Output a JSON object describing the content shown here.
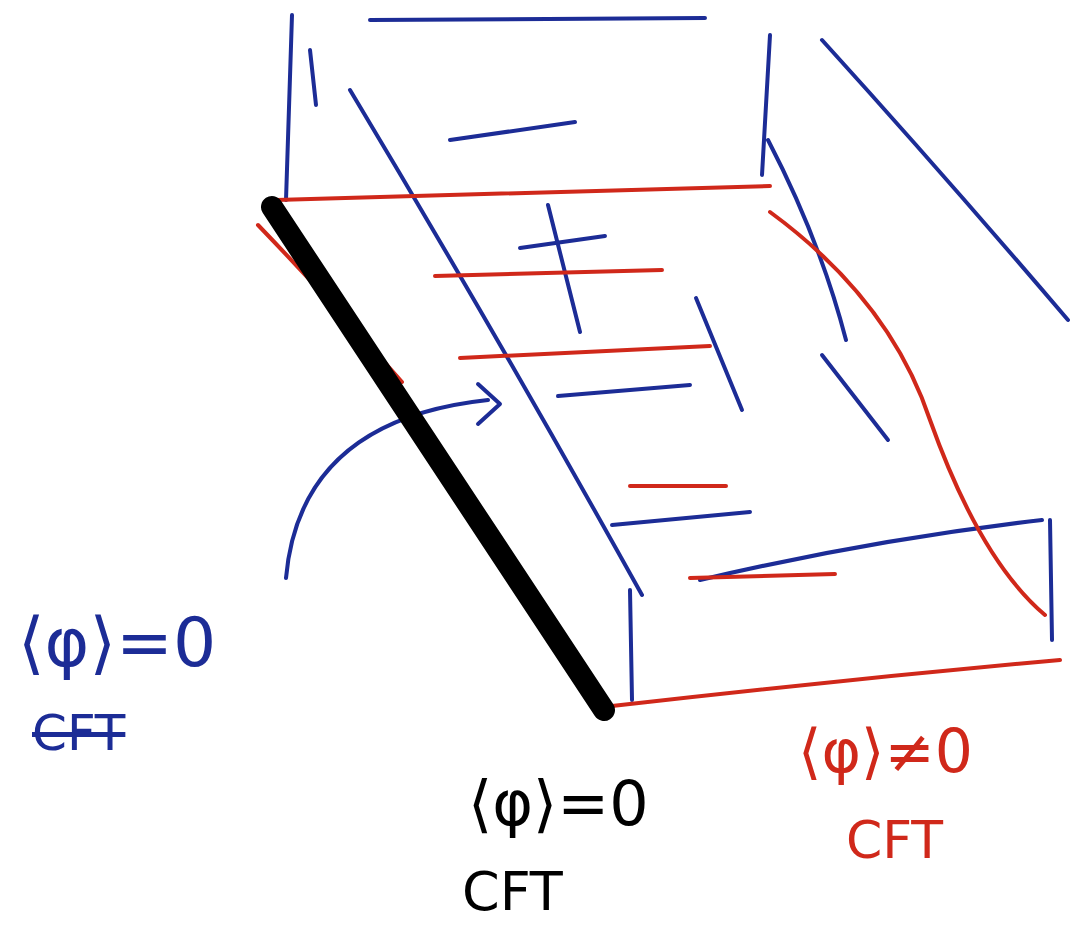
{
  "diagram": {
    "labels": [
      "⟨φ⟩=0",
      "CFT",
      "⟨φ⟩=0",
      "CFT",
      "⟨φ⟩≠0",
      "CFT"
    ]
  }
}
